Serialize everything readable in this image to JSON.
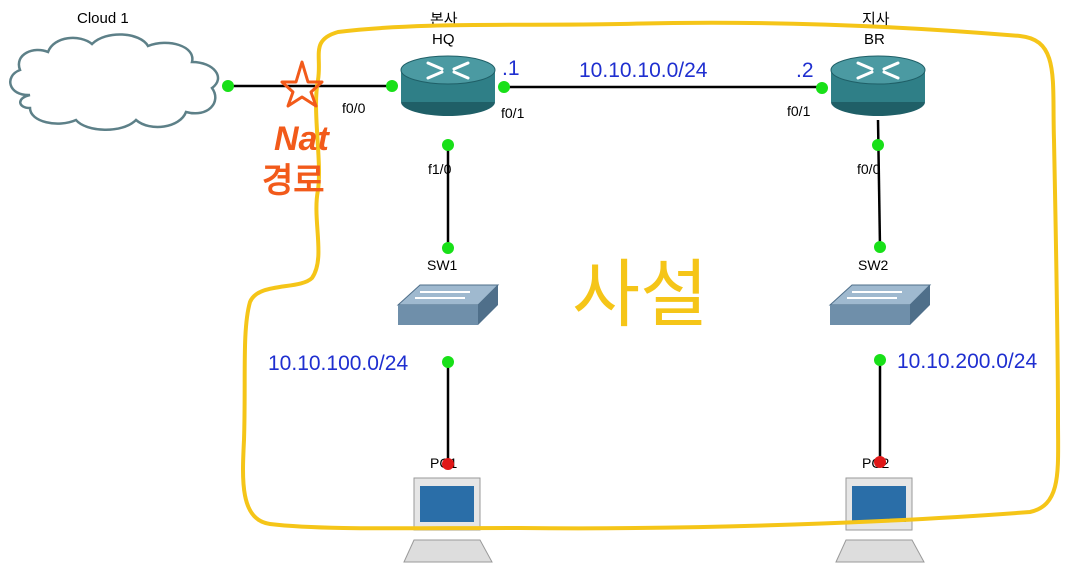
{
  "cloud": {
    "label": "Cloud 1"
  },
  "routers": {
    "hq": {
      "name_kr": "본사",
      "name": "HQ",
      "ip_suffix": ".1",
      "if_f0_0": "f0/0",
      "if_f0_1": "f0/1",
      "if_f1_0": "f1/0"
    },
    "br": {
      "name_kr": "지사",
      "name": "BR",
      "ip_suffix": ".2",
      "if_f0_1": "f0/1",
      "if_f0_0": "f0/0"
    }
  },
  "switches": {
    "sw1": "SW1",
    "sw2": "SW2"
  },
  "pcs": {
    "pc1": "PC1",
    "pc2": "PC2"
  },
  "networks": {
    "wan": "10.10.10.0/24",
    "lan1": "10.10.100.0/24",
    "lan2": "10.10.200.0/24"
  },
  "annotations": {
    "nat_line1": "Nat",
    "nat_line2": "경로",
    "private": "사설",
    "nat_color": "#f25a1a",
    "private_color": "#f5c518"
  },
  "colors": {
    "link_up": "#18e018",
    "link_down": "#e01818",
    "router_body": "#2f7f87",
    "switch_body": "#6f8faa"
  }
}
